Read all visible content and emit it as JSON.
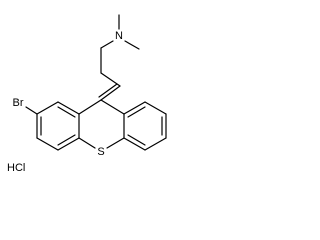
{
  "structure": {
    "atoms": {
      "nitrogen": "N",
      "sulfur": "S",
      "bromine": "Br"
    },
    "salt": "HCl"
  },
  "colors": {
    "bond": "#000000",
    "label": "#000000",
    "background": "#ffffff"
  }
}
